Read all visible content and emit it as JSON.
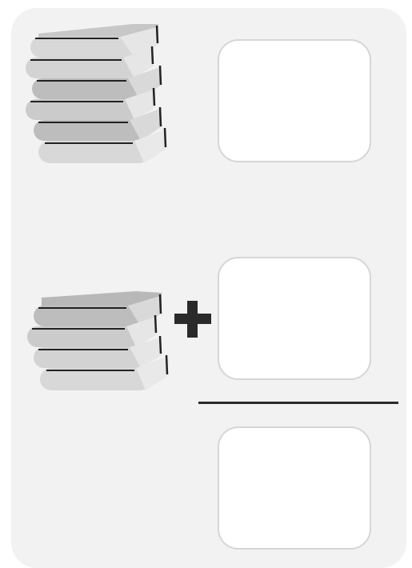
{
  "worksheet": {
    "problem_type": "addition",
    "operator": "+",
    "top_stack": {
      "icon": "book-stack-icon",
      "count": 6
    },
    "bottom_stack": {
      "icon": "book-stack-icon",
      "count": 4
    },
    "answer_boxes": [
      {
        "role": "top-count",
        "value": ""
      },
      {
        "role": "addend",
        "value": ""
      },
      {
        "role": "sum",
        "value": ""
      }
    ],
    "colors": {
      "card": "#f2f2f2",
      "box": "#ffffff",
      "box_border": "#d6d6d6",
      "ink": "#2a2a2a",
      "book_light": "#d8d8d8",
      "book_mid": "#bdbdbd"
    }
  }
}
